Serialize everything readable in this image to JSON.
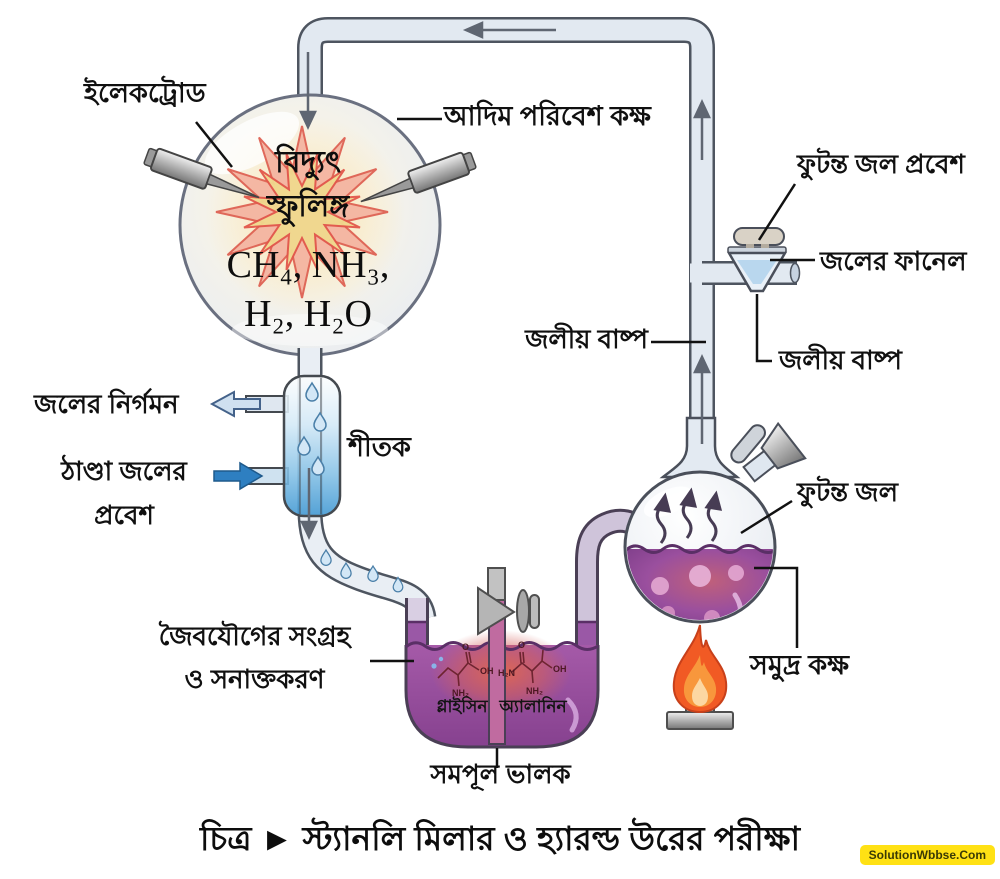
{
  "caption": "চিত্র ► স্ট্যানলি মিলার ও হ্যারল্ড উরের পরীক্ষা",
  "watermark": "SolutionWbbse.Com",
  "spark_chamber": {
    "spark_line1": "বিদ্যুৎ",
    "spark_line2": "স্ফুলিঙ্গ",
    "gases_line1": "CH₄, NH₃,",
    "gases_line2": "H₂, H₂O"
  },
  "labels": {
    "electrode": "ইলেকট্রোড",
    "primitive_env_chamber": "আদিম পরিবেশ কক্ষ",
    "boiling_water_inlet": "ফুটন্ত জল প্রবেশ",
    "water_funnel": "জলের ফানেল",
    "water_vapor_right": "জলীয় বাষ্প",
    "water_vapor_left": "জলীয় বাষ্প",
    "condenser": "শীতক",
    "water_outlet": "জলের নির্গমন",
    "cold_water_line1": "ঠাণ্ডা জলের",
    "cold_water_line2": "প্রবেশ",
    "organics_line1": "জৈবযৌগের সংগ্রহ",
    "organics_line2": "ও সনাক্তকরণ",
    "sample_valve": "সমপূল ভালক",
    "boiling_water": "ফুটন্ত জল",
    "sea_chamber": "সমুদ্র কক্ষ"
  },
  "amino_acids": {
    "glycine": {
      "name": "গ্লাইসিন",
      "a_o": "O",
      "a_oh": "OH",
      "a_nh2": "NH₂"
    },
    "alanine": {
      "name": "অ্যালানিন",
      "a_o": "O",
      "a_h2n": "H₂N",
      "a_oh": "OH",
      "a_nh2": "NH₂"
    }
  },
  "colors": {
    "pipe_fill": "#e2e9f1",
    "pipe_outline": "#4e5560",
    "condenser_blue": "#3f97d2",
    "liquid_purple": "#9a58a6",
    "flame_orange": "#f15a24",
    "cold_water_arrow_blue": "#2e7fc1",
    "watermark_yellow": "#ffe114"
  }
}
